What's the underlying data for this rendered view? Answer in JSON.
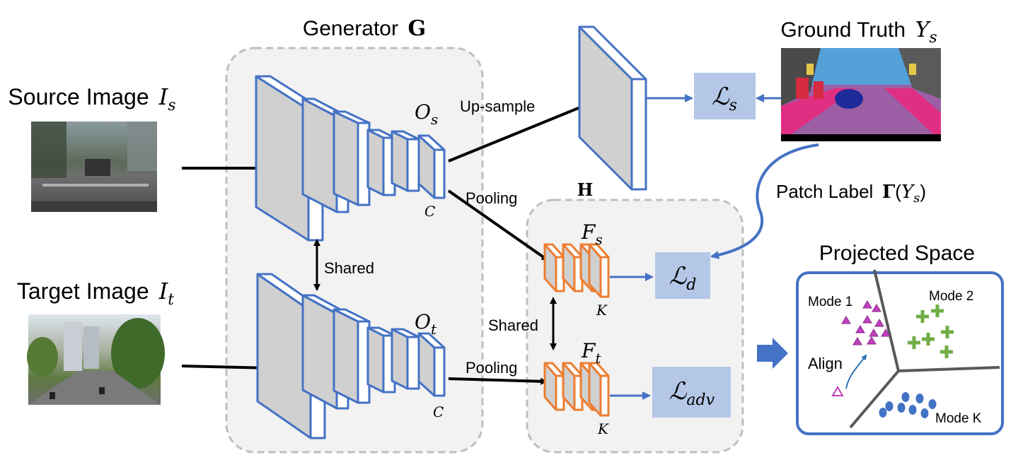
{
  "labels": {
    "generator_prefix": "Generator",
    "generator_symbol": "G",
    "h_symbol": "H",
    "source_prefix": "Source Image",
    "source_symbol": "I",
    "source_sub": "s",
    "target_prefix": "Target Image",
    "target_symbol": "I",
    "target_sub": "t",
    "ground_truth_prefix": "Ground Truth",
    "ground_truth_symbol": "Y",
    "ground_truth_sub": "s",
    "upsample": "Up-sample",
    "pooling_top": "Pooling",
    "pooling_bottom": "Pooling",
    "shared_gen": "Shared",
    "shared_h": "Shared",
    "patch_label_prefix": "Patch Label",
    "patch_label_gamma": "Γ",
    "patch_label_open": "(",
    "patch_label_symbol": "Y",
    "patch_label_sub": "s",
    "patch_label_close": ")",
    "os_symbol": "O",
    "os_sub": "s",
    "ot_symbol": "O",
    "ot_sub": "t",
    "c_top": "C",
    "c_bottom": "C",
    "fs_symbol": "F",
    "fs_sub": "s",
    "ft_symbol": "F",
    "ft_sub": "t",
    "k_top": "K",
    "k_bottom": "K",
    "ls_symbol": "ℒ",
    "ls_sub": "s",
    "ld_symbol": "ℒ",
    "ld_sub": "d",
    "ladv_symbol": "ℒ",
    "ladv_sub": "adv",
    "projected_space": "Projected Space",
    "mode1": "Mode 1",
    "mode2": "Mode 2",
    "modek": "Mode K",
    "align": "Align"
  },
  "colors": {
    "layer_blue": "#4472c4",
    "layer_orange": "#ed7d31",
    "loss_box": "#b4c7e7",
    "panel_bg": "#f2f2f2",
    "panel_border": "#bfbfbf",
    "arrow_blue": "#4472c4",
    "mode1_magenta": "#c040c0",
    "mode2_green": "#70ad47",
    "modek_blue": "#4472c4"
  }
}
